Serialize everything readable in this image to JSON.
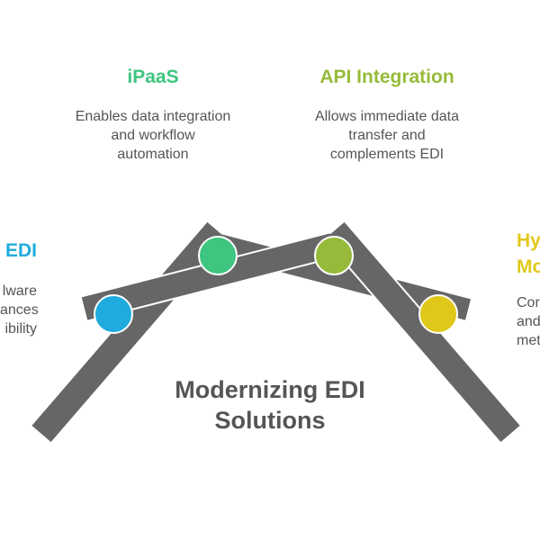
{
  "center_title": [
    "Modernizing EDI",
    "Solutions"
  ],
  "items": [
    {
      "title": "iPaaS",
      "desc": [
        "Enables data integration",
        "and workflow",
        "automation"
      ],
      "color": "#3ec57f"
    },
    {
      "title": "API Integration",
      "desc": [
        "Allows immediate data",
        "transfer and",
        "complements EDI"
      ],
      "color": "#96bb3a"
    },
    {
      "title": "EDI",
      "desc": [
        "lware",
        "ances",
        "ibility"
      ],
      "color": "#1fabdd"
    },
    {
      "title": [
        "Hy",
        "Mo"
      ],
      "desc": [
        "Cor",
        "and",
        "met"
      ],
      "color": "#dfc81a"
    }
  ],
  "bar_color": "#666666"
}
